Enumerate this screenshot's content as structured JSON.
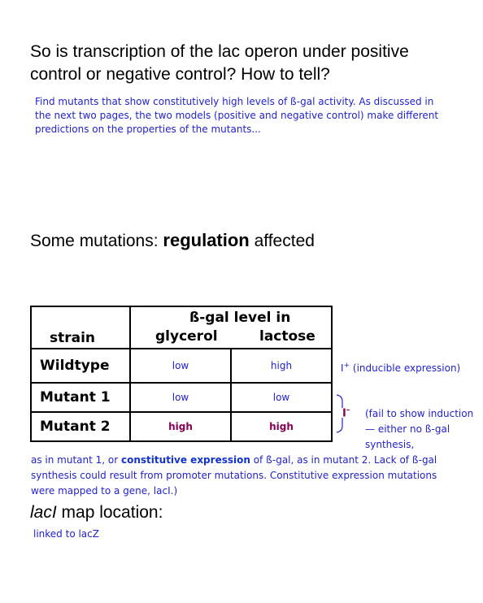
{
  "heading_question": "So is transcription of the lac operon under positive control or negative control?  How to tell?",
  "note_mutants": "Find mutants that show constitutively high levels of ß-gal activity.  As discussed in the next two pages, the two models (positive and negative control) make different predictions on the properties of the mutants...",
  "heading_mutations": {
    "pre": "Some mutations: ",
    "emphasis": "regulation",
    "post": " affected"
  },
  "table": {
    "strain_header": "strain",
    "level_header": "ß-gal level in",
    "col_glycerol": "glycerol",
    "col_lactose": "lactose",
    "rows": [
      {
        "strain": "Wildtype",
        "glycerol": "low",
        "lactose": "high"
      },
      {
        "strain": "Mutant 1",
        "glycerol": "low",
        "lactose": "low"
      },
      {
        "strain": "Mutant 2",
        "glycerol": "high",
        "lactose": "high"
      }
    ]
  },
  "side_notes": {
    "i_plus_base": "I",
    "i_plus_sup": "+",
    "i_plus_text": " (inducible expression)",
    "i_minus_base": "I",
    "i_minus_sup": "–",
    "i_minus_text": "(fail to show induction— either no ß-gal synthesis,"
  },
  "note_continued": {
    "pre": "as in mutant 1, or ",
    "emphasis": "constitutive expression",
    "post": " of ß-gal, as in mutant 2.  Lack of ß-gal synthesis could result from promoter mutations.  Constitutive expression mutations were mapped to a gene, lacI.)"
  },
  "heading_map": {
    "italic": "lacI",
    "rest": " map location:"
  },
  "note_linked": "linked to lacZ",
  "colors": {
    "note_blue": "#2222cc",
    "high_purple": "#880055"
  }
}
